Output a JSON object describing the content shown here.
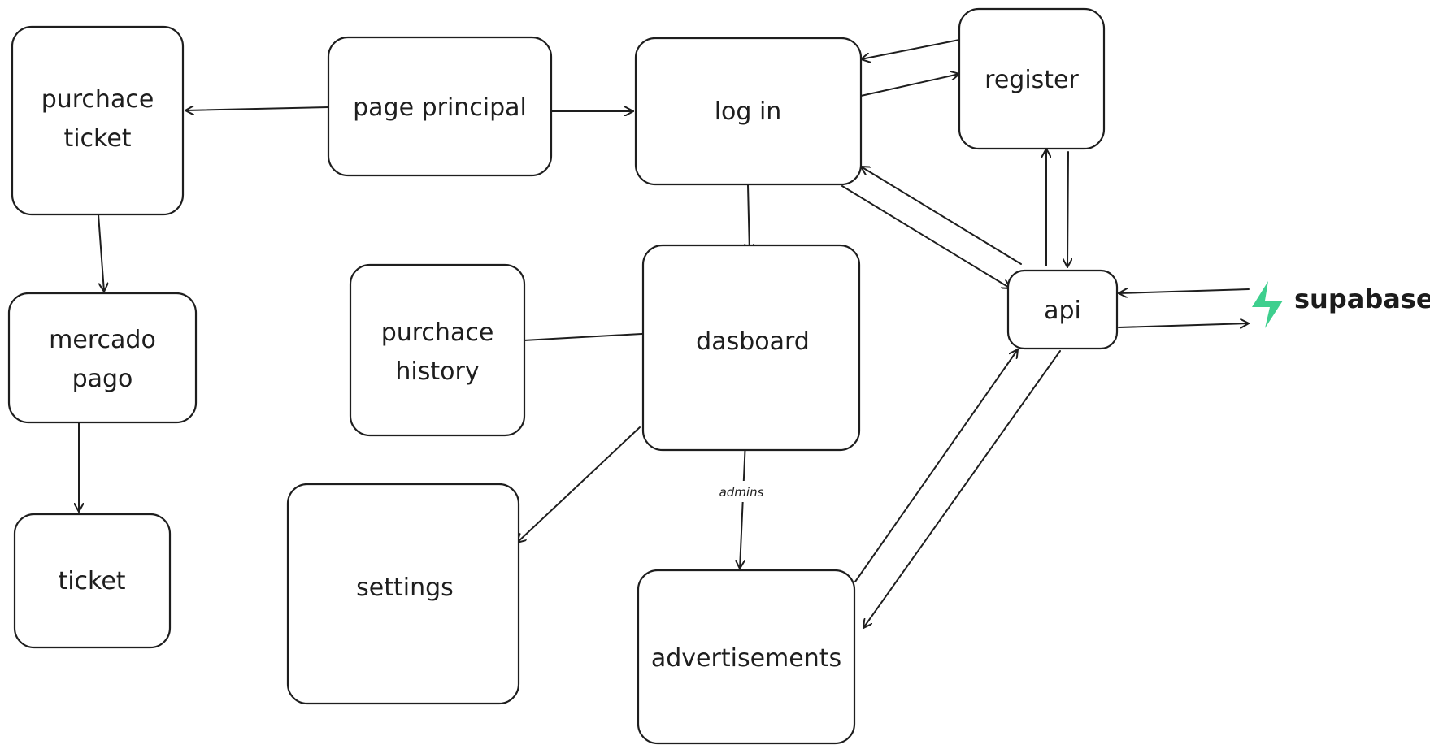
{
  "diagram": {
    "nodes": {
      "purchace_ticket": {
        "line1": "purchace",
        "line2": "ticket"
      },
      "page_principal": {
        "label": "page principal"
      },
      "log_in": {
        "label": "log in"
      },
      "register": {
        "label": "register"
      },
      "mercado_pago": {
        "line1": "mercado",
        "line2": "pago"
      },
      "ticket": {
        "label": "ticket"
      },
      "purchace_history": {
        "line1": "purchace",
        "line2": "history"
      },
      "dasboard": {
        "label": "dasboard"
      },
      "api": {
        "label": "api"
      },
      "settings": {
        "label": "settings"
      },
      "advertisements": {
        "label": "advertisements"
      }
    },
    "edge_labels": {
      "dasboard_to_advertisements": "admins"
    },
    "brand": {
      "name": "supabase",
      "icon": "supabase-bolt-icon",
      "icon_color": "#3ecf8e",
      "text_color": "#1c1c1c"
    }
  }
}
